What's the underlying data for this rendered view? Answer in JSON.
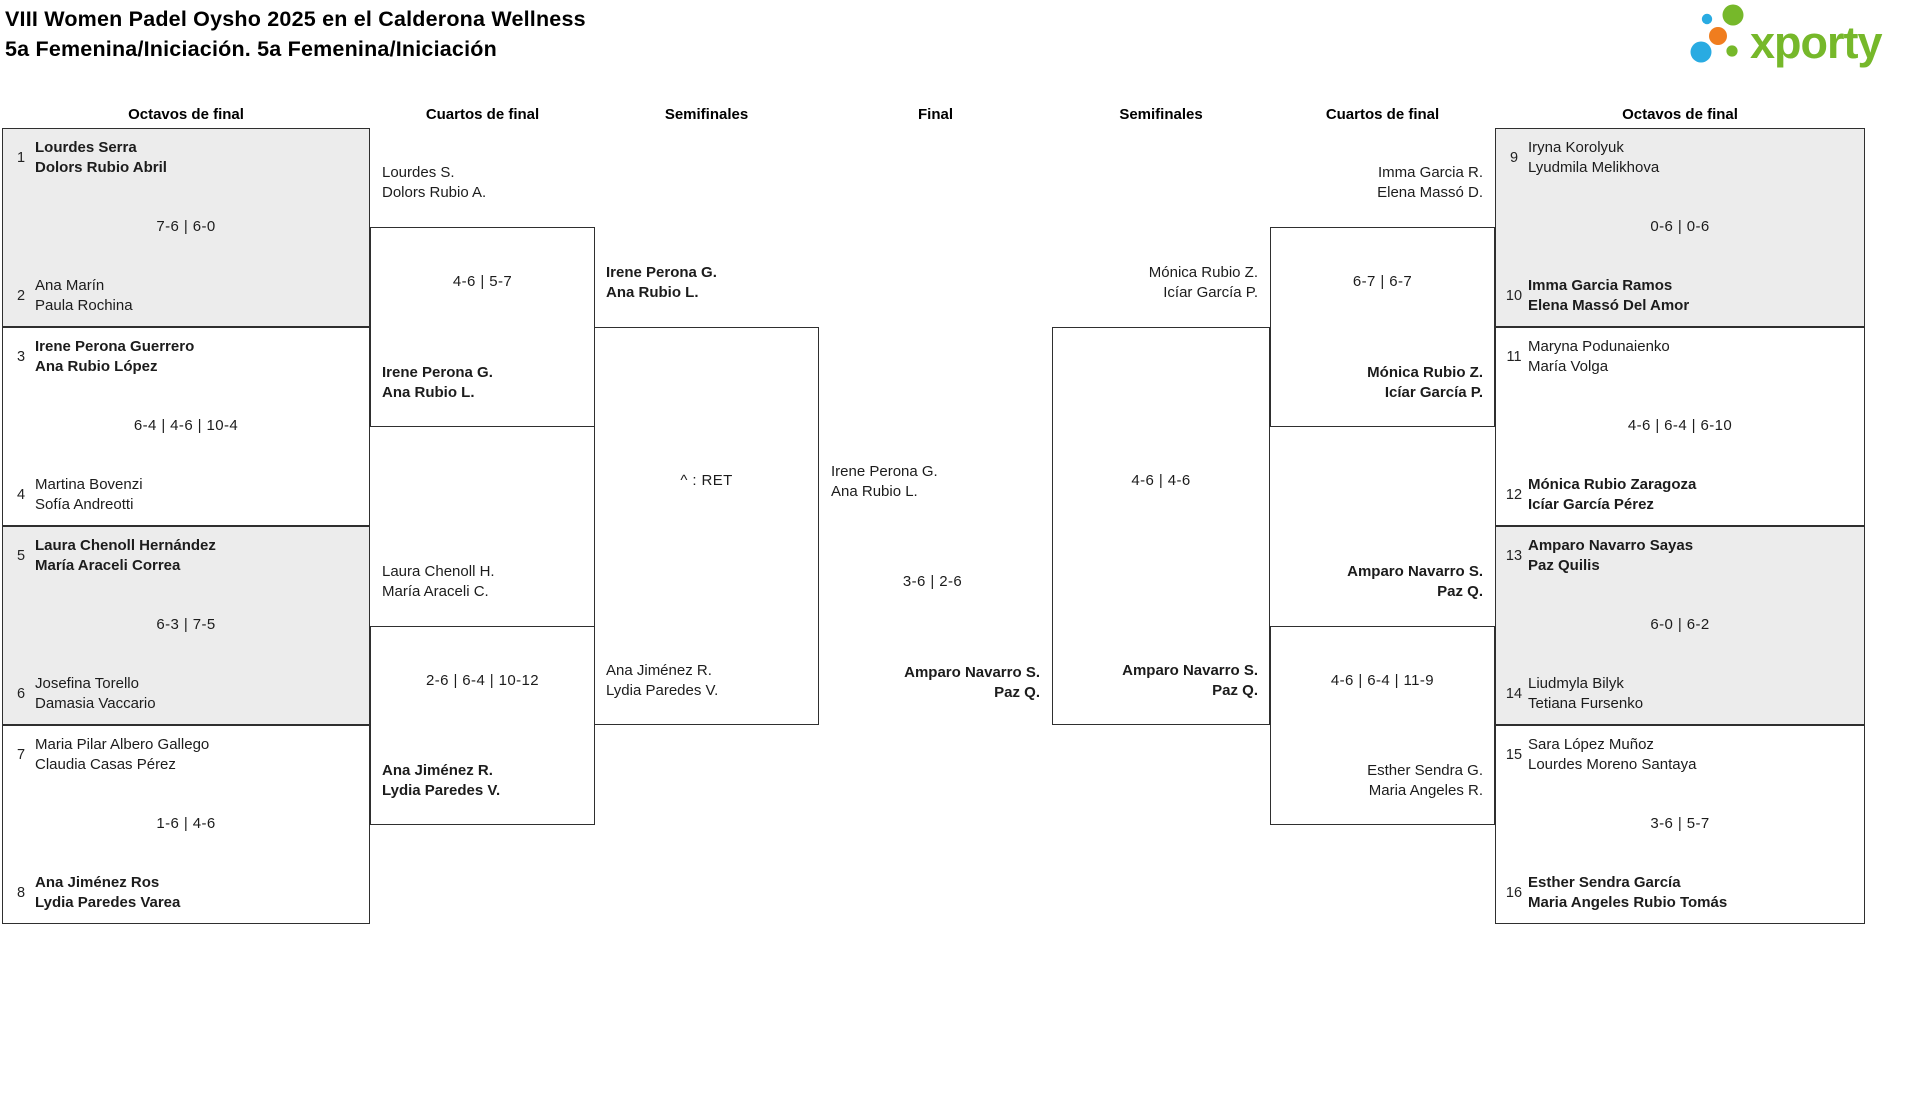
{
  "title": {
    "line1": "VIII Women Padel Oysho 2025 en el Calderona Wellness",
    "line2": "5a Femenina/Iniciación. 5a Femenina/Iniciación"
  },
  "logo": {
    "text": "xporty",
    "green": "#76b82a",
    "blue": "#29abe2",
    "orange": "#f07d1e"
  },
  "headers": {
    "ol": "Octavos de final",
    "ql": "Cuartos de final",
    "sl": "Semifinales",
    "f": "Final",
    "sr": "Semifinales",
    "qr": "Cuartos de final",
    "or": "Octavos de final"
  },
  "m": {
    "ol": [
      {
        "s1": "1",
        "t1a": "Lourdes Serra",
        "t1b": "Dolors Rubio Abril",
        "w1": true,
        "score": "7-6 | 6-0",
        "s2": "2",
        "t2a": "Ana Marín",
        "t2b": "Paula Rochina",
        "w2": false
      },
      {
        "s1": "3",
        "t1a": "Irene Perona Guerrero",
        "t1b": "Ana Rubio López",
        "w1": true,
        "score": "6-4 | 4-6 | 10-4",
        "s2": "4",
        "t2a": "Martina Bovenzi",
        "t2b": "Sofía Andreotti",
        "w2": false
      },
      {
        "s1": "5",
        "t1a": "Laura Chenoll Hernández",
        "t1b": "María Araceli Correa",
        "w1": true,
        "score": "6-3 | 7-5",
        "s2": "6",
        "t2a": "Josefina Torello",
        "t2b": "Damasia Vaccario",
        "w2": false
      },
      {
        "s1": "7",
        "t1a": "Maria Pilar Albero Gallego",
        "t1b": "Claudia Casas Pérez",
        "w1": false,
        "score": "1-6 | 4-6",
        "s2": "8",
        "t2a": "Ana Jiménez Ros",
        "t2b": "Lydia Paredes Varea",
        "w2": true
      }
    ],
    "or": [
      {
        "s1": "9",
        "t1a": "Iryna Korolyuk",
        "t1b": "Lyudmila Melikhova",
        "w1": false,
        "score": "0-6 | 0-6",
        "s2": "10",
        "t2a": "Imma Garcia Ramos",
        "t2b": "Elena Massó Del Amor",
        "w2": true
      },
      {
        "s1": "11",
        "t1a": "Maryna Podunaienko",
        "t1b": "María Volga",
        "w1": false,
        "score": "4-6 | 6-4 | 6-10",
        "s2": "12",
        "t2a": "Mónica Rubio Zaragoza",
        "t2b": "Icíar García Pérez",
        "w2": true
      },
      {
        "s1": "13",
        "t1a": "Amparo Navarro Sayas",
        "t1b": "Paz Quilis",
        "w1": true,
        "score": "6-0 | 6-2",
        "s2": "14",
        "t2a": "Liudmyla Bilyk",
        "t2b": "Tetiana Fursenko",
        "w2": false
      },
      {
        "s1": "15",
        "t1a": "Sara López Muñoz",
        "t1b": "Lourdes Moreno Santaya",
        "w1": false,
        "score": "3-6 | 5-7",
        "s2": "16",
        "t2a": "Esther Sendra García",
        "t2b": "Maria Angeles Rubio Tomás",
        "w2": true
      }
    ],
    "ql": [
      {
        "ta1": "Lourdes S.",
        "ta2": "Dolors Rubio A.",
        "wa": false,
        "score": "4-6 | 5-7",
        "tb1": "Irene Perona G.",
        "tb2": "Ana Rubio L.",
        "wb": true
      },
      {
        "ta1": "Laura Chenoll H.",
        "ta2": "María Araceli C.",
        "wa": false,
        "score": "2-6 | 6-4 | 10-12",
        "tb1": "Ana Jiménez R.",
        "tb2": "Lydia Paredes V.",
        "wb": true
      }
    ],
    "qr": [
      {
        "ta1": "Imma Garcia R.",
        "ta2": "Elena Massó D.",
        "wa": false,
        "score": "6-7 | 6-7",
        "tb1": "Mónica Rubio Z.",
        "tb2": "Icíar García P.",
        "wb": true
      },
      {
        "ta1": "Amparo Navarro S.",
        "ta2": "Paz Q.",
        "wa": true,
        "score": "4-6 | 6-4 | 11-9",
        "tb1": "Esther Sendra G.",
        "tb2": "Maria Angeles R.",
        "wb": false
      }
    ],
    "sl": {
      "ta1": "Irene Perona G.",
      "ta2": "Ana Rubio L.",
      "wa": true,
      "score": "^ : RET",
      "tb1": "Ana Jiménez R.",
      "tb2": "Lydia Paredes V.",
      "wb": false
    },
    "sr": {
      "ta1": "Mónica Rubio Z.",
      "ta2": "Icíar García P.",
      "wa": false,
      "score": "4-6 | 4-6",
      "tb1": "Amparo Navarro S.",
      "tb2": "Paz Q.",
      "wb": true
    },
    "f": {
      "ta1": "Irene Perona G.",
      "ta2": "Ana Rubio L.",
      "wa": false,
      "score": "3-6 | 2-6",
      "tb1": "Amparo Navarro S.",
      "tb2": "Paz Q.",
      "wb": true
    }
  }
}
